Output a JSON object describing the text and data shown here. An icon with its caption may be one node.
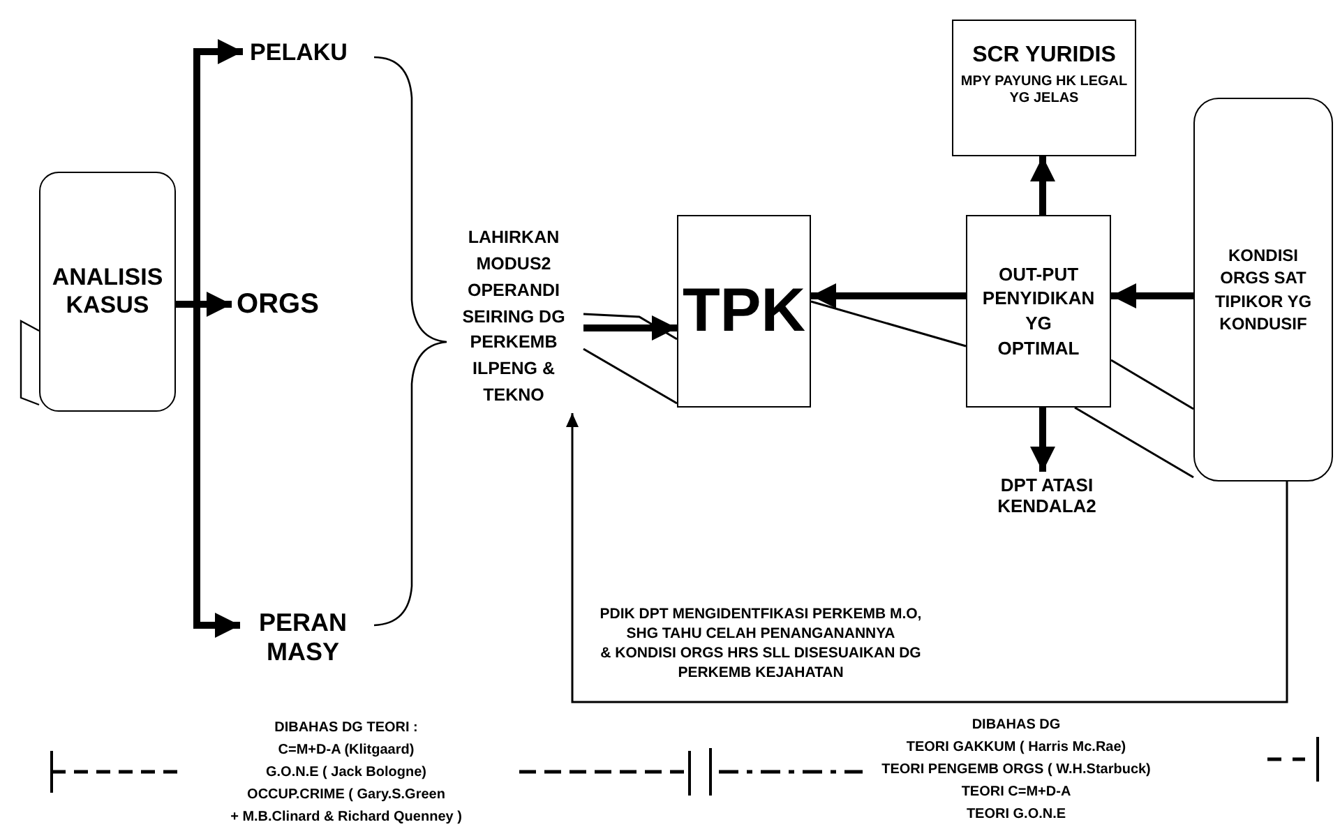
{
  "diagram": {
    "nodes": [
      {
        "text": [
          "ANALISIS KASUS"
        ]
      },
      {
        "text": [
          "PELAKU"
        ]
      },
      {
        "text": [
          "ORGS"
        ]
      },
      {
        "text": [
          "PERAN MASY"
        ]
      },
      {
        "text": [
          "LAHIRKAN MODUS2 OPERANDI SEIRING DG PERKEMB ILPENG & TEKNO"
        ]
      },
      {
        "text": [
          "TPK"
        ]
      },
      {
        "text": [
          "SCR YURIDIS",
          "MPY PAYUNG HK LEGAL YG JELAS"
        ]
      },
      {
        "text": [
          "OUT-PUT PENYIDIKAN YG OPTIMAL"
        ]
      },
      {
        "text": [
          "KONDISI ORGS SAT TIPIKOR YG KONDUSIF"
        ]
      },
      {
        "text": [
          "DPT ATASI KENDALA2"
        ]
      }
    ],
    "edges": [
      {
        "from": 0,
        "to": 1,
        "arrow": "to"
      },
      {
        "from": 0,
        "to": 2,
        "arrow": "to"
      },
      {
        "from": 0,
        "to": 3,
        "arrow": "to"
      },
      {
        "from": 4,
        "to": 5,
        "arrow": "to"
      },
      {
        "from": 7,
        "to": 5,
        "arrow": "to"
      },
      {
        "from": 8,
        "to": 7,
        "arrow": "to"
      },
      {
        "from": 7,
        "to": 6,
        "arrow": "to"
      },
      {
        "from": 7,
        "to": 9,
        "arrow": "to"
      },
      {
        "from": 8,
        "to": 4,
        "arrow": "to"
      },
      {
        "from": 4,
        "to": 5,
        "arrow": "none"
      },
      {
        "from": 4,
        "to": 5,
        "arrow": "none"
      },
      {
        "from": 5,
        "to": 7,
        "arrow": "none"
      },
      {
        "from": 7,
        "to": 8,
        "arrow": "none"
      },
      {
        "from": 7,
        "to": 8,
        "arrow": "none"
      }
    ],
    "labels": [
      "PDIK DPT MENGIDENTFIKASI PERKEMB M.O,",
      "SHG TAHU CELAH PENANGANANNYA",
      "& KONDISI ORGS HRS SLL DISESUAIKAN DG",
      "PERKEMB KEJAHATAN",
      "DIBAHAS DG TEORI :",
      "C=M+D-A  (Klitgaard)",
      "G.O.N.E ( Jack Bologne)",
      "OCCUP.CRIME ( Gary.S.Green",
      "+ M.B.Clinard & Richard Quenney )",
      "DIBAHAS DG",
      "TEORI GAKKUM ( Harris Mc.Rae)",
      "TEORI PENGEMB ORGS ( W.H.Starbuck)",
      "TEORI C=M+D-A",
      "TEORI G.O.N.E"
    ]
  }
}
